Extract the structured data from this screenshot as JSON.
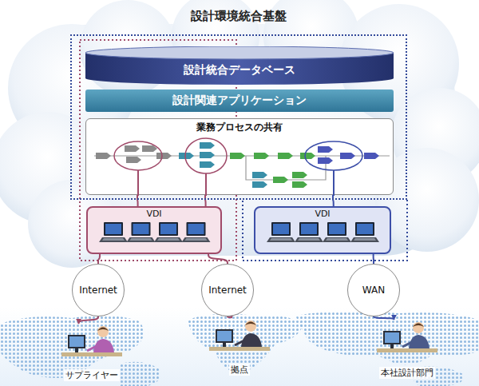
{
  "diagram": {
    "nodes": [
      {
        "text": [
          "設計環境統合基盤"
        ]
      },
      {
        "text": [
          "設計統合データベース"
        ],
        "in": 0
      },
      {
        "text": [
          "設計関連アプリケーション"
        ],
        "in": 0
      },
      {
        "text": [
          "業務プロセスの共有"
        ],
        "in": 0
      },
      {
        "text": [
          "VDI"
        ]
      },
      {
        "text": [
          "VDI"
        ]
      },
      {
        "text": [
          "Internet"
        ]
      },
      {
        "text": [
          "Internet"
        ]
      },
      {
        "text": [
          "WAN"
        ]
      },
      {
        "text": [
          "サプライヤー"
        ]
      },
      {
        "text": [
          "拠点"
        ]
      },
      {
        "text": [
          "本社設計部門"
        ]
      }
    ],
    "edges": [
      {
        "from": 3,
        "to": 4,
        "arrow": "none"
      },
      {
        "from": 3,
        "to": 4,
        "arrow": "none"
      },
      {
        "from": 3,
        "to": 5,
        "arrow": "none"
      },
      {
        "from": 4,
        "to": 6,
        "arrow": "none"
      },
      {
        "from": 4,
        "to": 7,
        "arrow": "none"
      },
      {
        "from": 5,
        "to": 8,
        "arrow": "none"
      },
      {
        "from": 6,
        "to": 9,
        "arrow": "to"
      },
      {
        "from": 7,
        "to": 10,
        "arrow": "to"
      },
      {
        "from": 8,
        "to": 11,
        "arrow": "to"
      }
    ]
  }
}
